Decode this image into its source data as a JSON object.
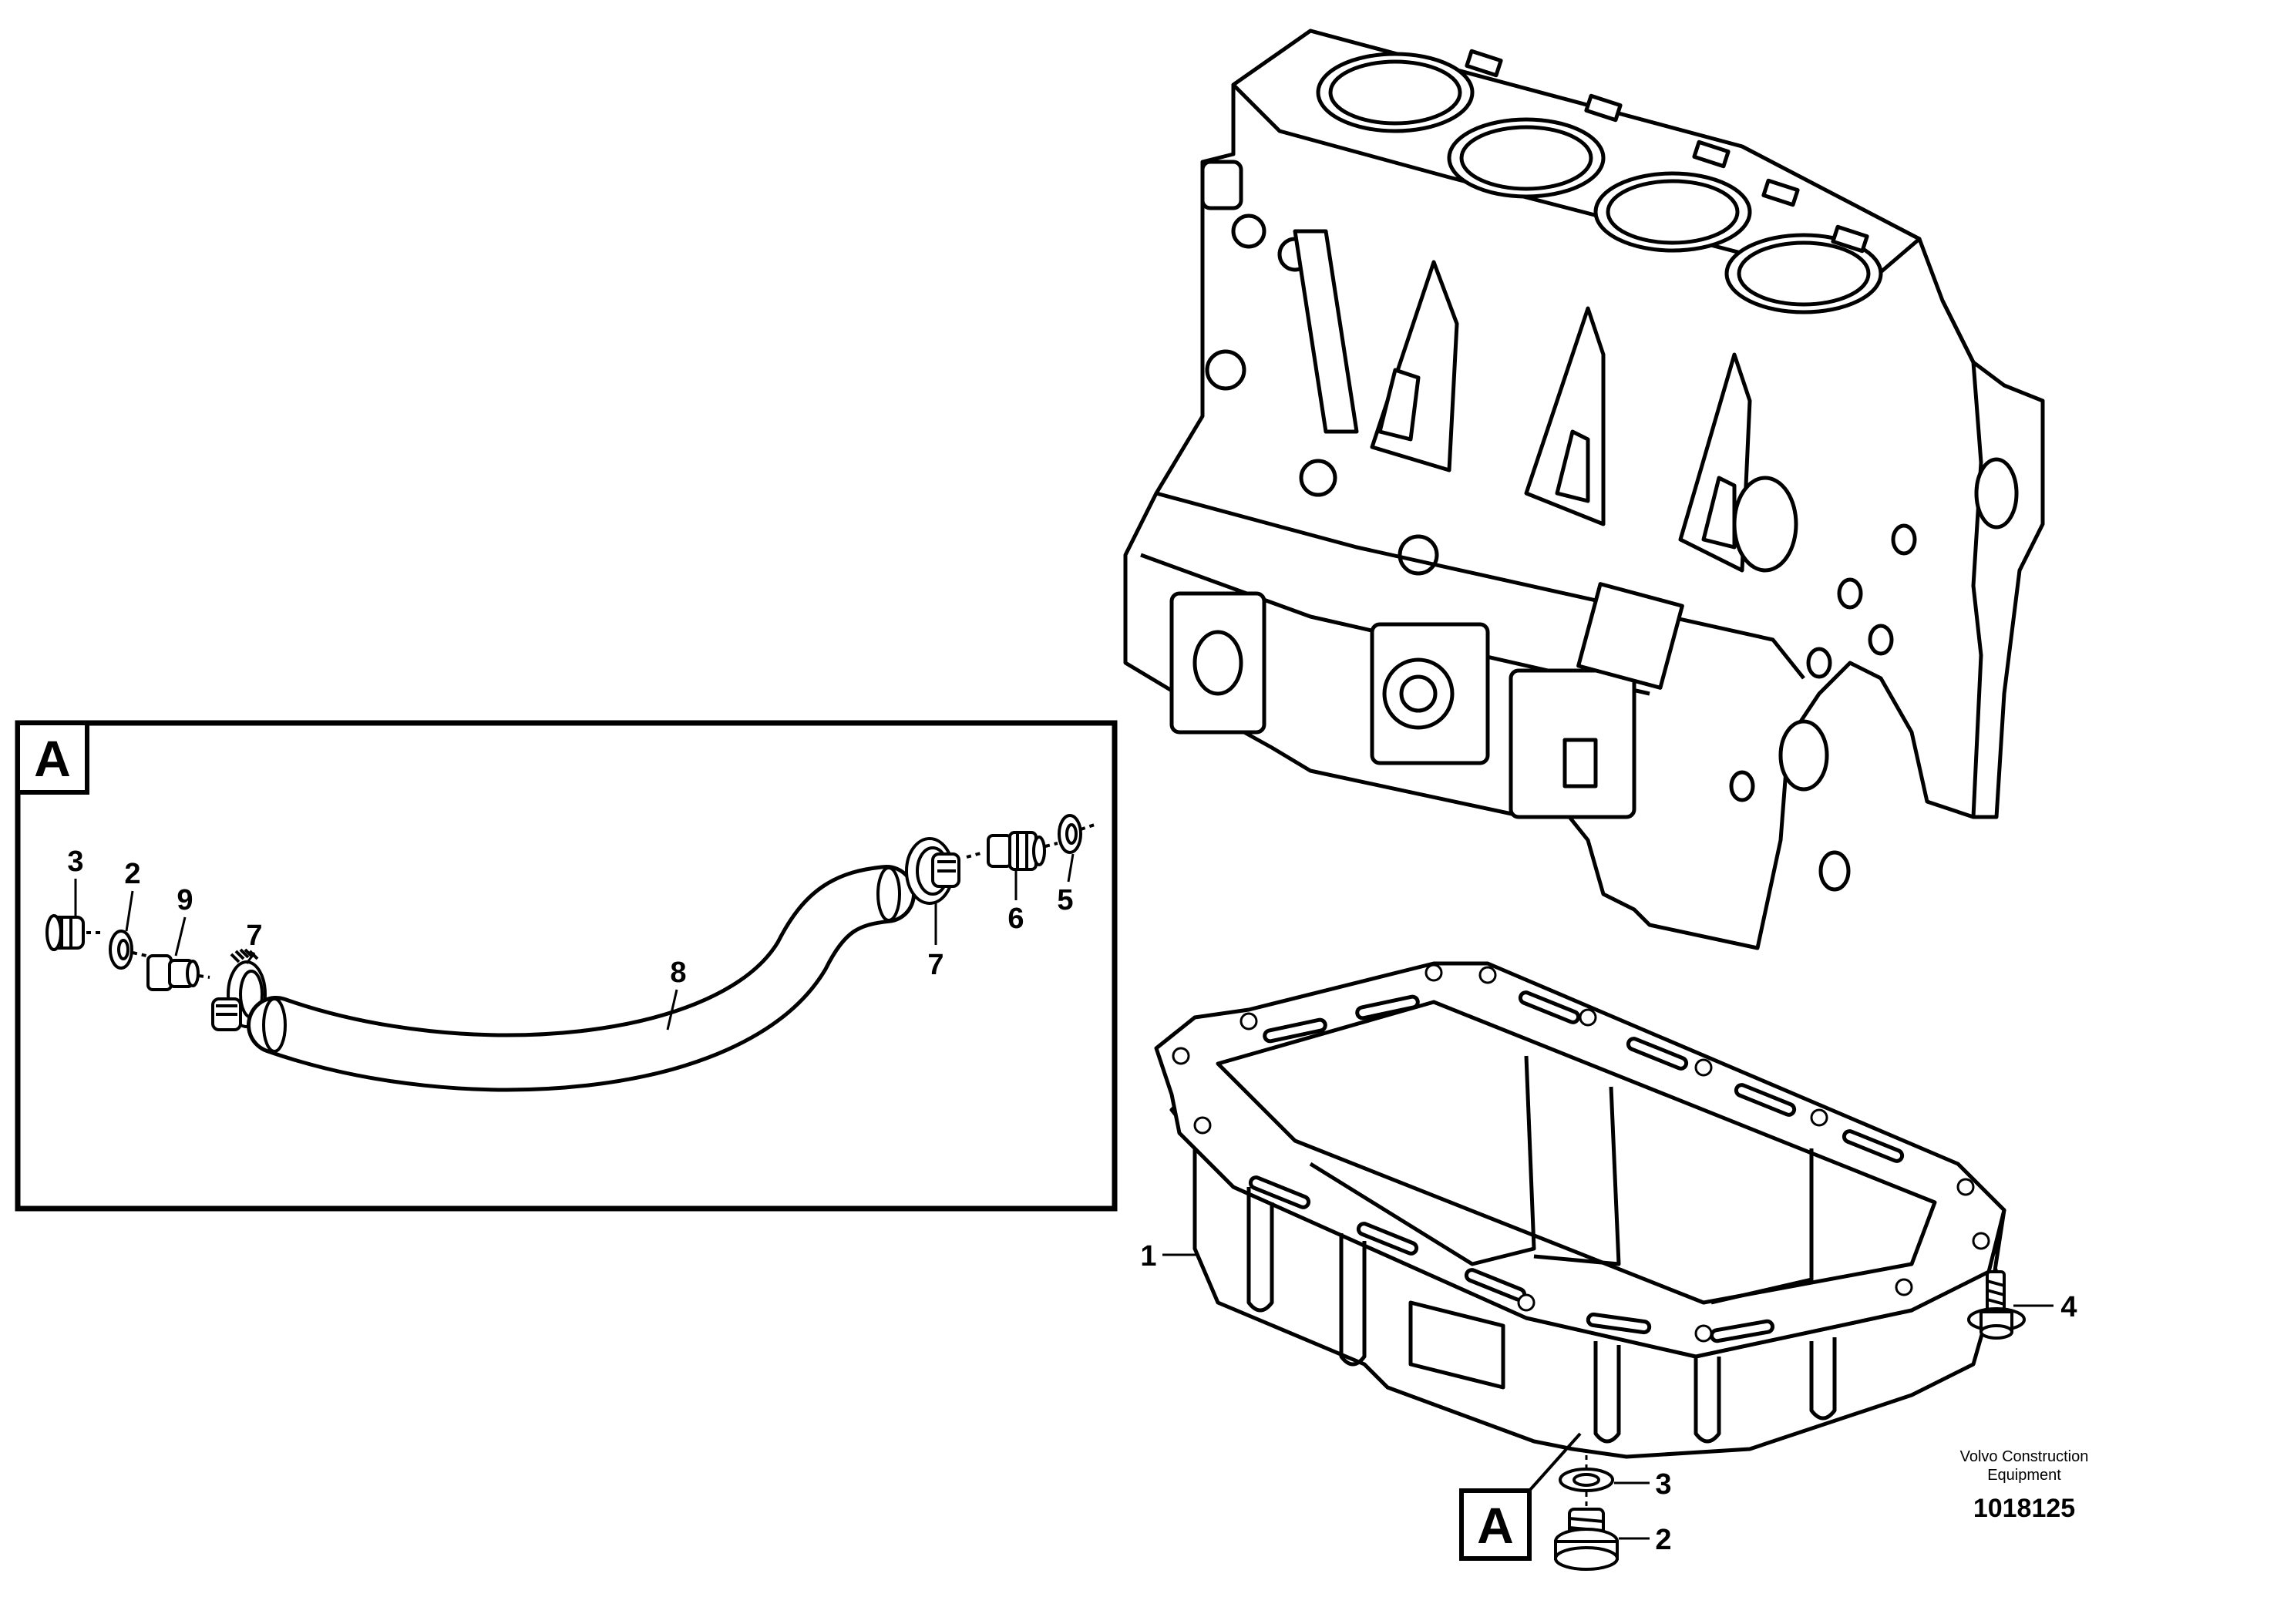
{
  "detail_tag": "A",
  "detail_callouts": {
    "plug": "3",
    "washer": "2",
    "nipple": "9",
    "clamp_left": "7",
    "hose": "8",
    "clamp_right": "7",
    "union": "6",
    "seal_ring": "5"
  },
  "pan_callouts": {
    "oil_pan": "1",
    "flange_screw": "4",
    "drain_washer": "3",
    "drain_plug": "2"
  },
  "brand": {
    "line1": "Volvo Construction",
    "line2": "Equipment"
  },
  "document_number": "1018125",
  "colors": {
    "ink": "#000000",
    "paper": "#ffffff"
  }
}
